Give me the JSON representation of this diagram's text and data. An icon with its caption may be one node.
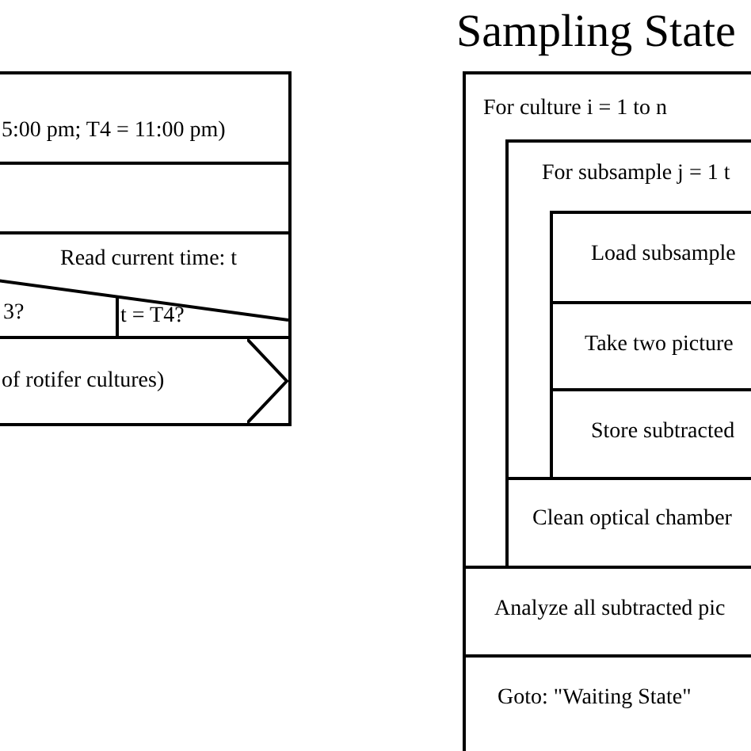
{
  "diagram": {
    "title": "Sampling State",
    "nodes": [
      {
        "text": [
          "5:00 pm; T4 = 11:00 pm)"
        ]
      },
      {
        "text": [],
        "shape": "box"
      },
      {
        "text": [
          "Read current time: t"
        ]
      },
      {
        "text": [
          "3?"
        ],
        "in": 2
      },
      {
        "text": [
          "t = T4?"
        ],
        "in": 2
      },
      {
        "text": [
          "of rotifer cultures)"
        ]
      },
      {
        "text": [
          "For culture i = 1 to n"
        ]
      },
      {
        "text": [
          "For subsample j = 1 t"
        ],
        "in": 6
      },
      {
        "text": [
          "Load subsample"
        ],
        "in": 7
      },
      {
        "text": [
          "Take two picture"
        ],
        "in": 7
      },
      {
        "text": [
          "Store subtracted"
        ],
        "in": 7
      },
      {
        "text": [
          "Clean optical chamber"
        ],
        "in": 7
      },
      {
        "text": [
          "Analyze all subtracted pic"
        ],
        "in": 6
      },
      {
        "text": [
          "Goto: \"Waiting State\""
        ],
        "in": 6
      }
    ]
  }
}
